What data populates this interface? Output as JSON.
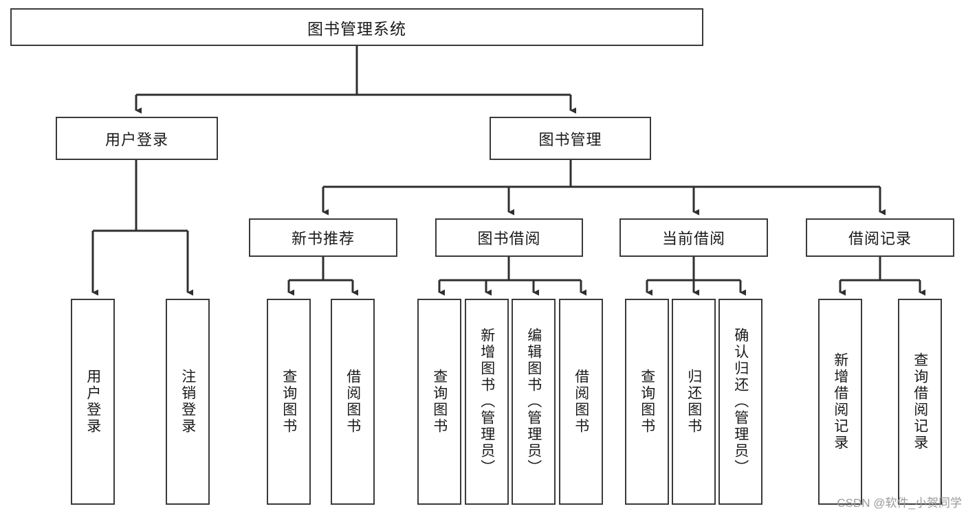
{
  "diagram": {
    "type": "tree-hierarchy",
    "title": "图书管理系统",
    "orientation": "top-down",
    "colors": {
      "node_border": "#3a3a3a",
      "node_fill": "#ffffff",
      "connector": "#2f2f2f",
      "text": "#1a1a1a",
      "watermark": "#9a9a9a"
    },
    "levels": {
      "level1": [
        "图书管理系统"
      ],
      "level2": [
        "用户登录",
        "图书管理"
      ],
      "level3": [
        "新书推荐",
        "图书借阅",
        "当前借阅",
        "借阅记录"
      ],
      "level4": [
        "用户登录",
        "注销登录",
        "查询图书",
        "借阅图书",
        "查询图书",
        "新增图书（管理员）",
        "编辑图书（管理员）",
        "借阅图书",
        "查询图书",
        "归还图书",
        "确认归还（管理员）",
        "新增借阅记录",
        "查询借阅记录"
      ]
    }
  },
  "root": {
    "label": "图书管理系统"
  },
  "branches": [
    {
      "label": "用户登录",
      "children": [
        {
          "label": "用户登录"
        },
        {
          "label": "注销登录"
        }
      ]
    },
    {
      "label": "图书管理",
      "children": [
        {
          "label": "新书推荐",
          "children": [
            {
              "label": "查询图书"
            },
            {
              "label": "借阅图书"
            }
          ]
        },
        {
          "label": "图书借阅",
          "children": [
            {
              "label": "查询图书"
            },
            {
              "label": "新增图书（管理员）"
            },
            {
              "label": "编辑图书（管理员）"
            },
            {
              "label": "借阅图书"
            }
          ]
        },
        {
          "label": "当前借阅",
          "children": [
            {
              "label": "查询图书"
            },
            {
              "label": "归还图书"
            },
            {
              "label": "确认归还（管理员）"
            }
          ]
        },
        {
          "label": "借阅记录",
          "children": [
            {
              "label": "新增借阅记录"
            },
            {
              "label": "查询借阅记录"
            }
          ]
        }
      ]
    }
  ],
  "watermark": {
    "text": "CSDN @软件_小贺同学"
  }
}
